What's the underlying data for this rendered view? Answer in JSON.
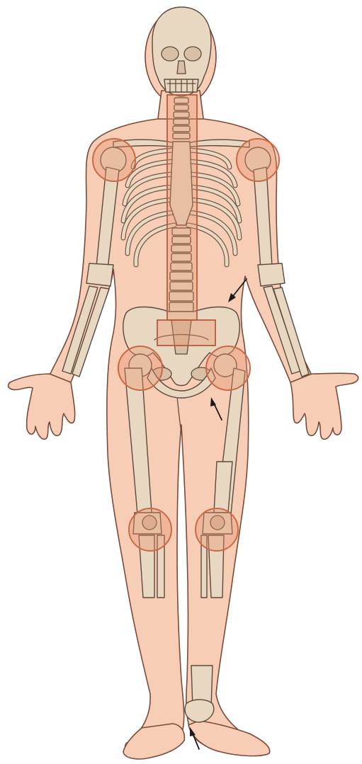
{
  "figure": {
    "colors": {
      "skin": "#f7cdb6",
      "bone": "#e9d8c1",
      "outline": "#5b4a3d",
      "highlight": "#e8916b",
      "arrow": "#1a1a1a"
    },
    "highlighted_regions": [
      "spine",
      "sacroiliac-joint",
      "right-shoulder",
      "left-shoulder",
      "right-hip",
      "left-hip",
      "right-knee",
      "left-knee"
    ],
    "arrow_targets": [
      "iliac-crest",
      "pubic-bone",
      "heel"
    ]
  }
}
